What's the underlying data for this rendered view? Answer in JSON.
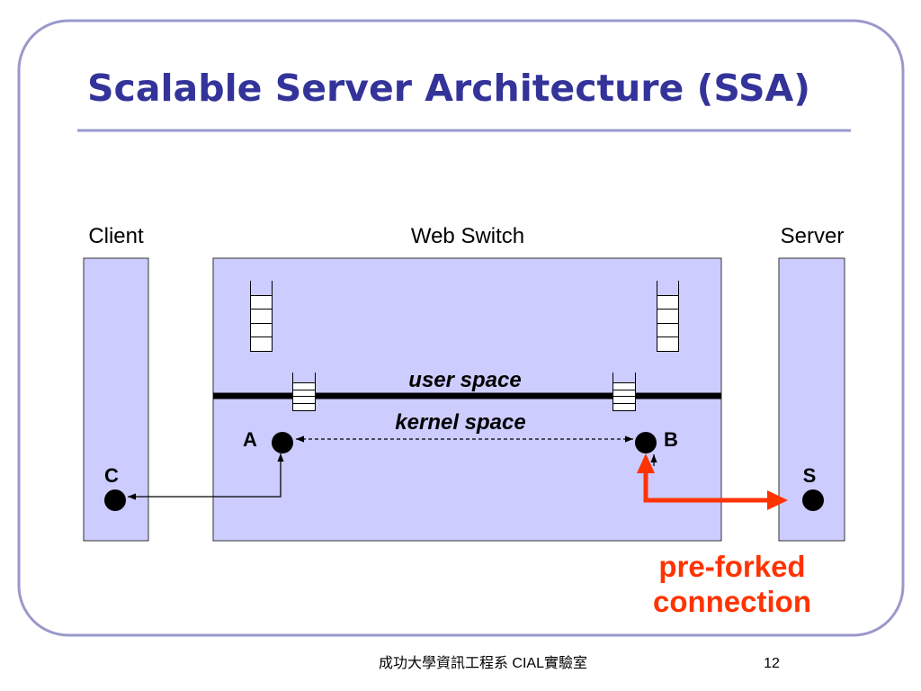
{
  "slide": {
    "title": "Scalable Server Architecture (SSA)",
    "footer": "成功大學資訊工程系 CIAL實驗室",
    "page_number": "12"
  },
  "diagram": {
    "client_label": "Client",
    "web_switch_label": "Web Switch",
    "server_label": "Server",
    "user_space_label": "user space",
    "kernel_space_label": "kernel space",
    "node_a": "A",
    "node_b": "B",
    "node_c": "C",
    "node_s": "S",
    "annotation_line1": "pre-forked",
    "annotation_line2": "connection"
  },
  "colors": {
    "title": "#333399",
    "frame": "#9999cc",
    "box_fill": "#ccccff",
    "highlight": "#ff3300"
  }
}
